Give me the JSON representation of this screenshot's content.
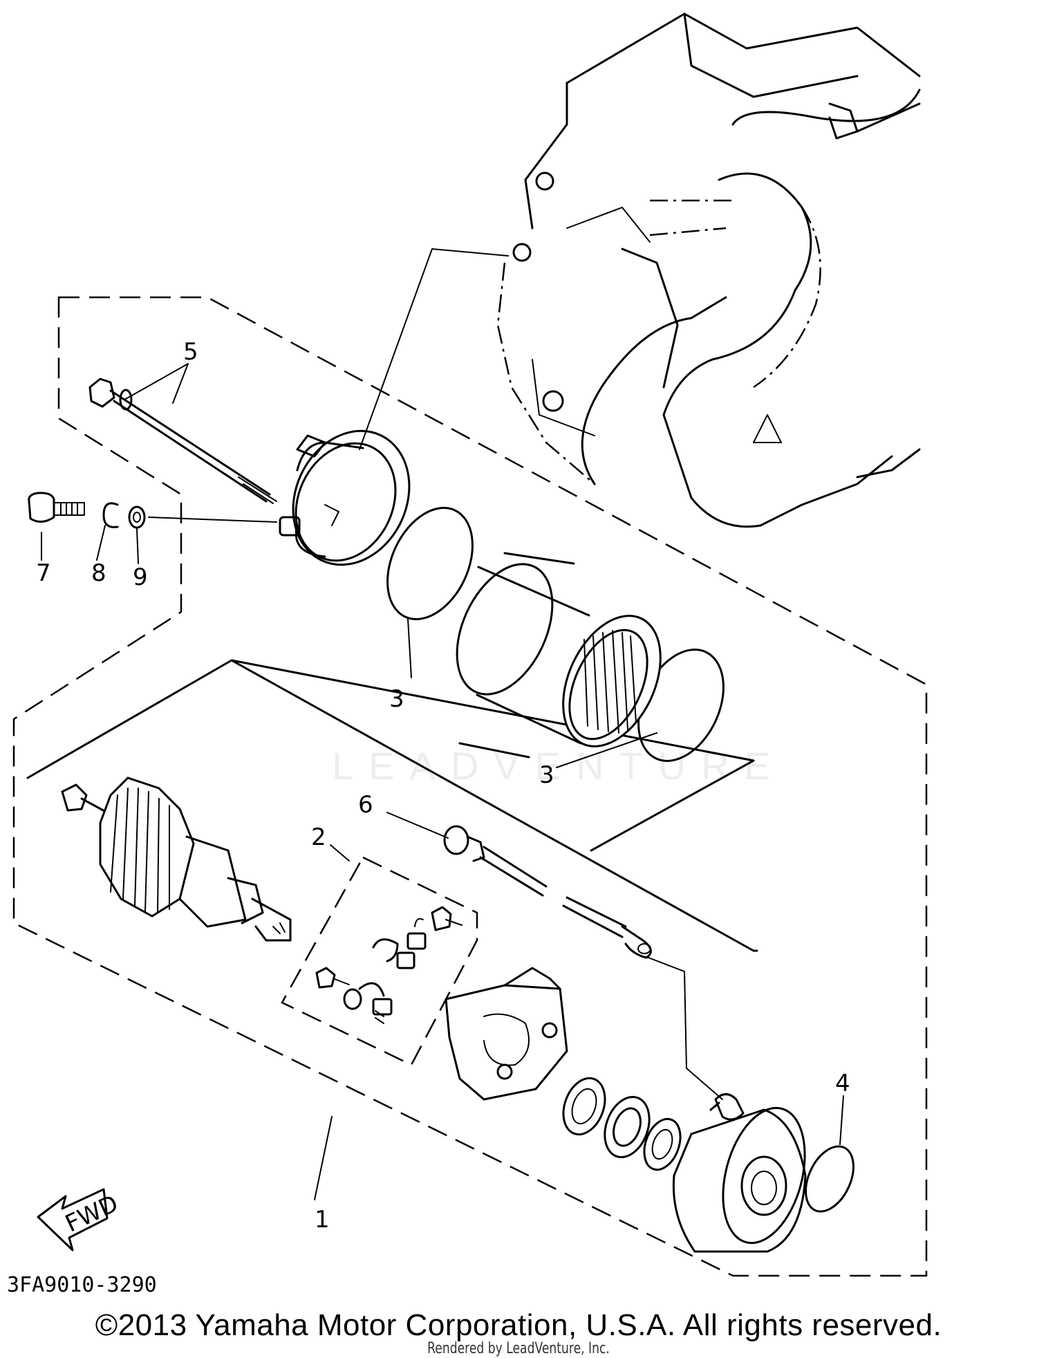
{
  "diagram": {
    "callouts": [
      "1",
      "2",
      "3",
      "3",
      "4",
      "5",
      "6",
      "7",
      "8",
      "9"
    ],
    "drawing_code": "3FA9010-3290",
    "fwd_label": "FWD",
    "watermark": "LEADVENTURE"
  },
  "footer": {
    "copyright": "©2013 Yamaha Motor Corporation, U.S.A. All rights reserved.",
    "rendered_by": "Rendered by LeadVenture, Inc."
  }
}
